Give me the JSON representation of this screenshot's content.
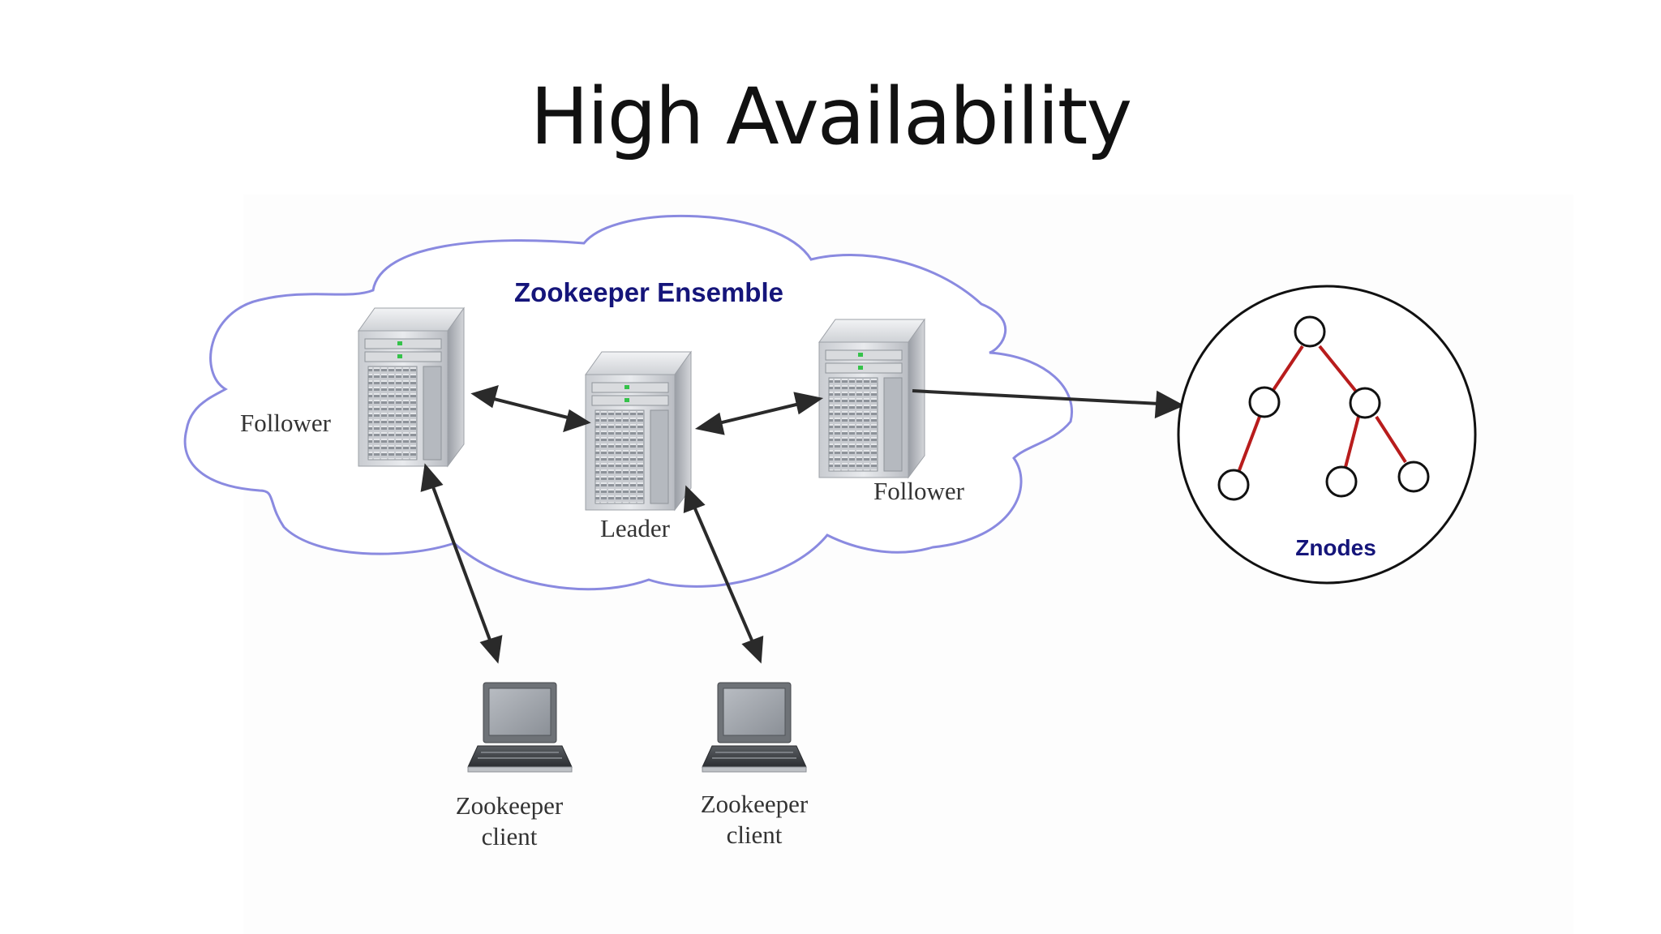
{
  "title": "High Availability",
  "ensemble": {
    "label": "Zookeeper Ensemble",
    "color": "#15157a",
    "cloud_stroke": "#8a8ae0"
  },
  "servers": {
    "left_label": "Follower",
    "center_label": "Leader",
    "right_label": "Follower"
  },
  "clients": {
    "left": {
      "line1": "Zookeeper",
      "line2": "client"
    },
    "right": {
      "line1": "Zookeeper",
      "line2": "client"
    }
  },
  "znodes": {
    "label": "Znodes",
    "edge_color": "#b81c1c"
  },
  "arrow_color": "#2a2a2a"
}
